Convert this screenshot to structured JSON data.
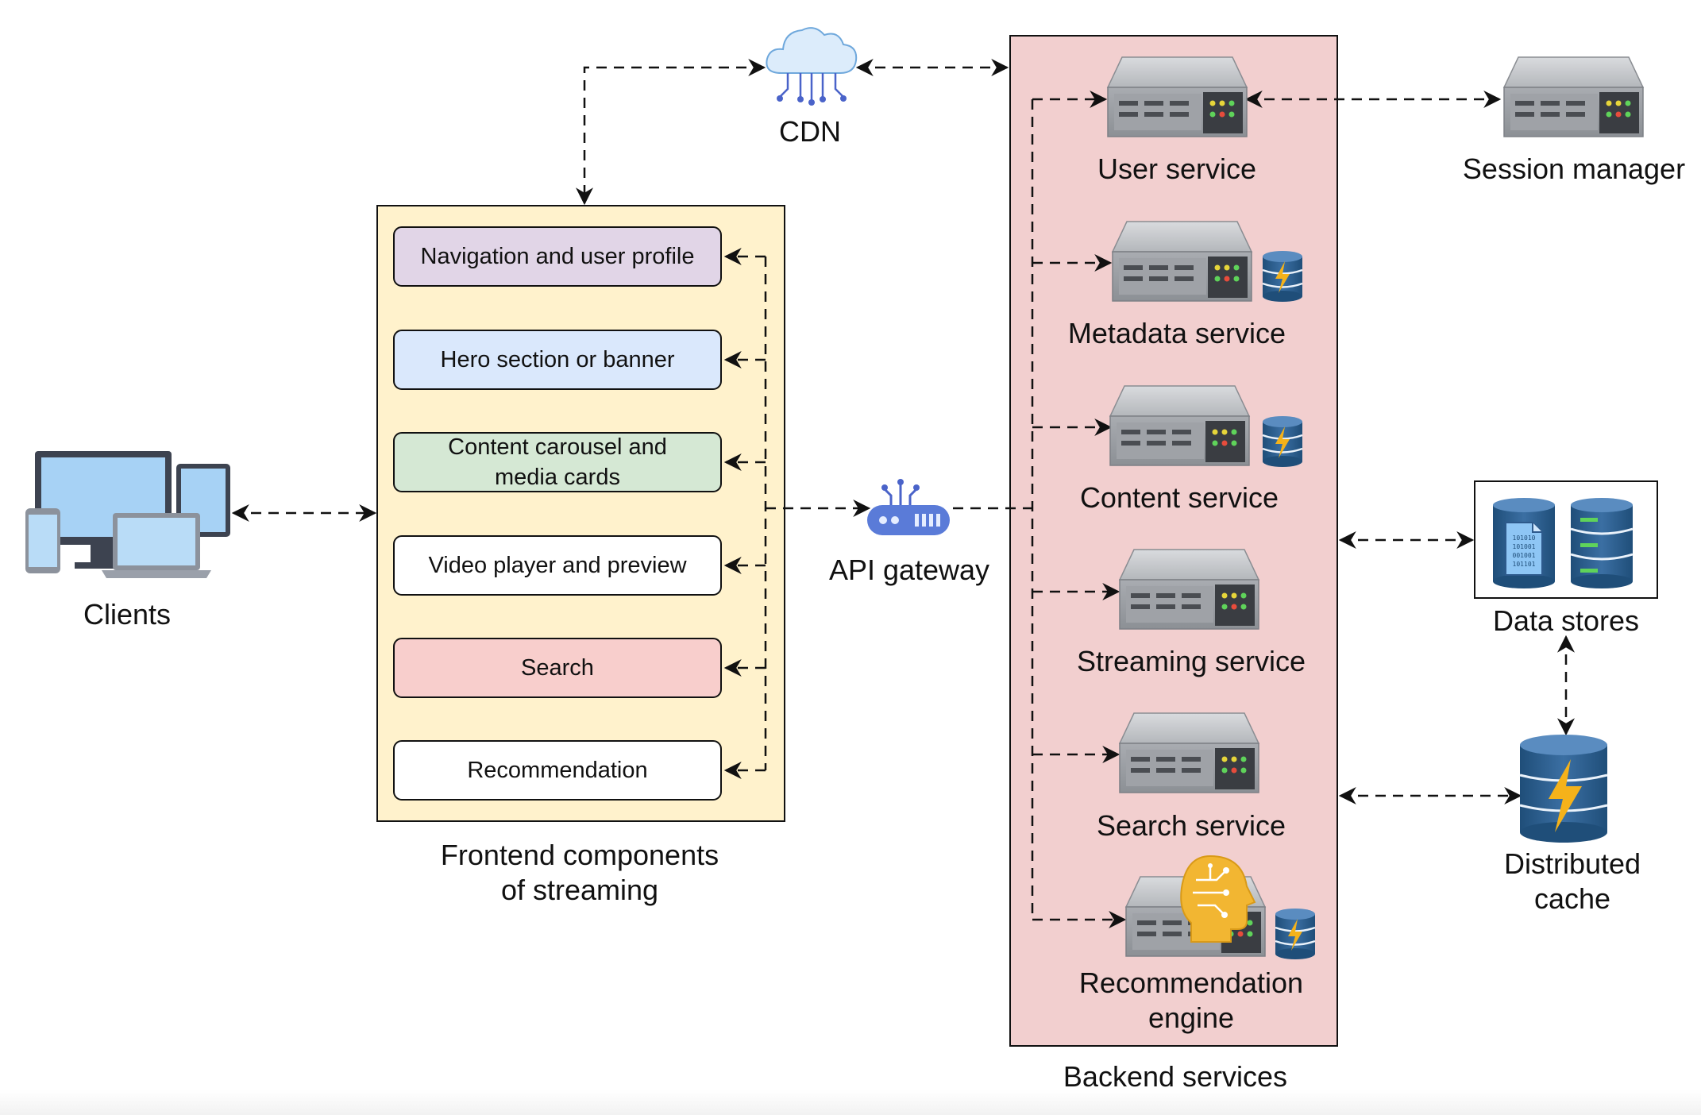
{
  "cdn": {
    "label": "CDN"
  },
  "clients": {
    "label": "Clients"
  },
  "api_gateway": {
    "label": "API gateway"
  },
  "frontend": {
    "caption": "Frontend components\nof streaming",
    "components": [
      {
        "label": "Navigation and user profile",
        "fill": "#e1d5e7"
      },
      {
        "label": "Hero section or banner",
        "fill": "#dae8fc"
      },
      {
        "label": "Content carousel and\nmedia cards",
        "fill": "#d5e8d4"
      },
      {
        "label": "Video player and preview",
        "fill": "#ffffff"
      },
      {
        "label": "Search",
        "fill": "#f8cecc"
      },
      {
        "label": "Recommendation",
        "fill": "#ffffff"
      }
    ],
    "background": "#fff2cc"
  },
  "backend": {
    "caption": "Backend services",
    "background": "#f2cfcf",
    "services": [
      {
        "label": "User service"
      },
      {
        "label": "Metadata service"
      },
      {
        "label": "Content service"
      },
      {
        "label": "Streaming service"
      },
      {
        "label": "Search service"
      },
      {
        "label": "Recommendation\nengine"
      }
    ]
  },
  "session_manager": {
    "label": "Session manager"
  },
  "data_stores": {
    "label": "Data stores",
    "binary_text": [
      "101010",
      "101001",
      "001001",
      "101101"
    ]
  },
  "distributed_cache": {
    "label": "Distributed\ncache"
  },
  "colors": {
    "server_gray": "#9ea1a6",
    "db_blue": "#2d5a8c",
    "bolt": "#f5b21a",
    "ai_head": "#f2b632",
    "device_blue": "#a7d2f5"
  }
}
